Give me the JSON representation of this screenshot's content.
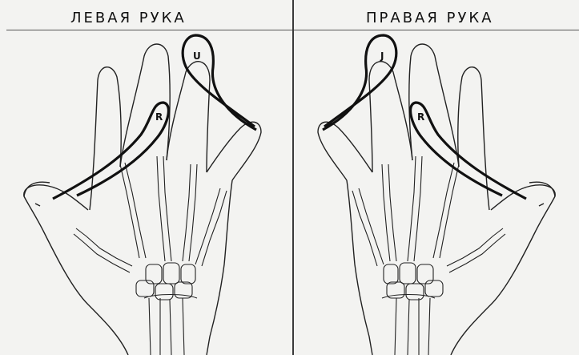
{
  "left_panel": {
    "title": "ЛЕВАЯ РУКА",
    "loop_labels": {
      "ulnar": "U",
      "radial": "R"
    }
  },
  "right_panel": {
    "title": "ПРАВАЯ РУКА",
    "loop_labels": {
      "ulnar": "J",
      "radial": "R"
    }
  }
}
